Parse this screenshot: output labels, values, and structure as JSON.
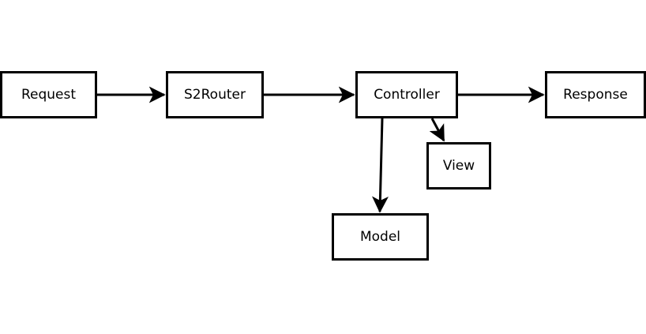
{
  "diagram": {
    "nodes": {
      "request": "Request",
      "s2router": "S2Router",
      "controller": "Controller",
      "response": "Response",
      "view": "View",
      "model": "Model"
    },
    "edges": [
      {
        "from": "Request",
        "to": "S2Router"
      },
      {
        "from": "S2Router",
        "to": "Controller"
      },
      {
        "from": "Controller",
        "to": "Response"
      },
      {
        "from": "Controller",
        "to": "View"
      },
      {
        "from": "Controller",
        "to": "Model"
      }
    ],
    "colors": {
      "stroke": "#000000",
      "background": "#ffffff"
    }
  }
}
